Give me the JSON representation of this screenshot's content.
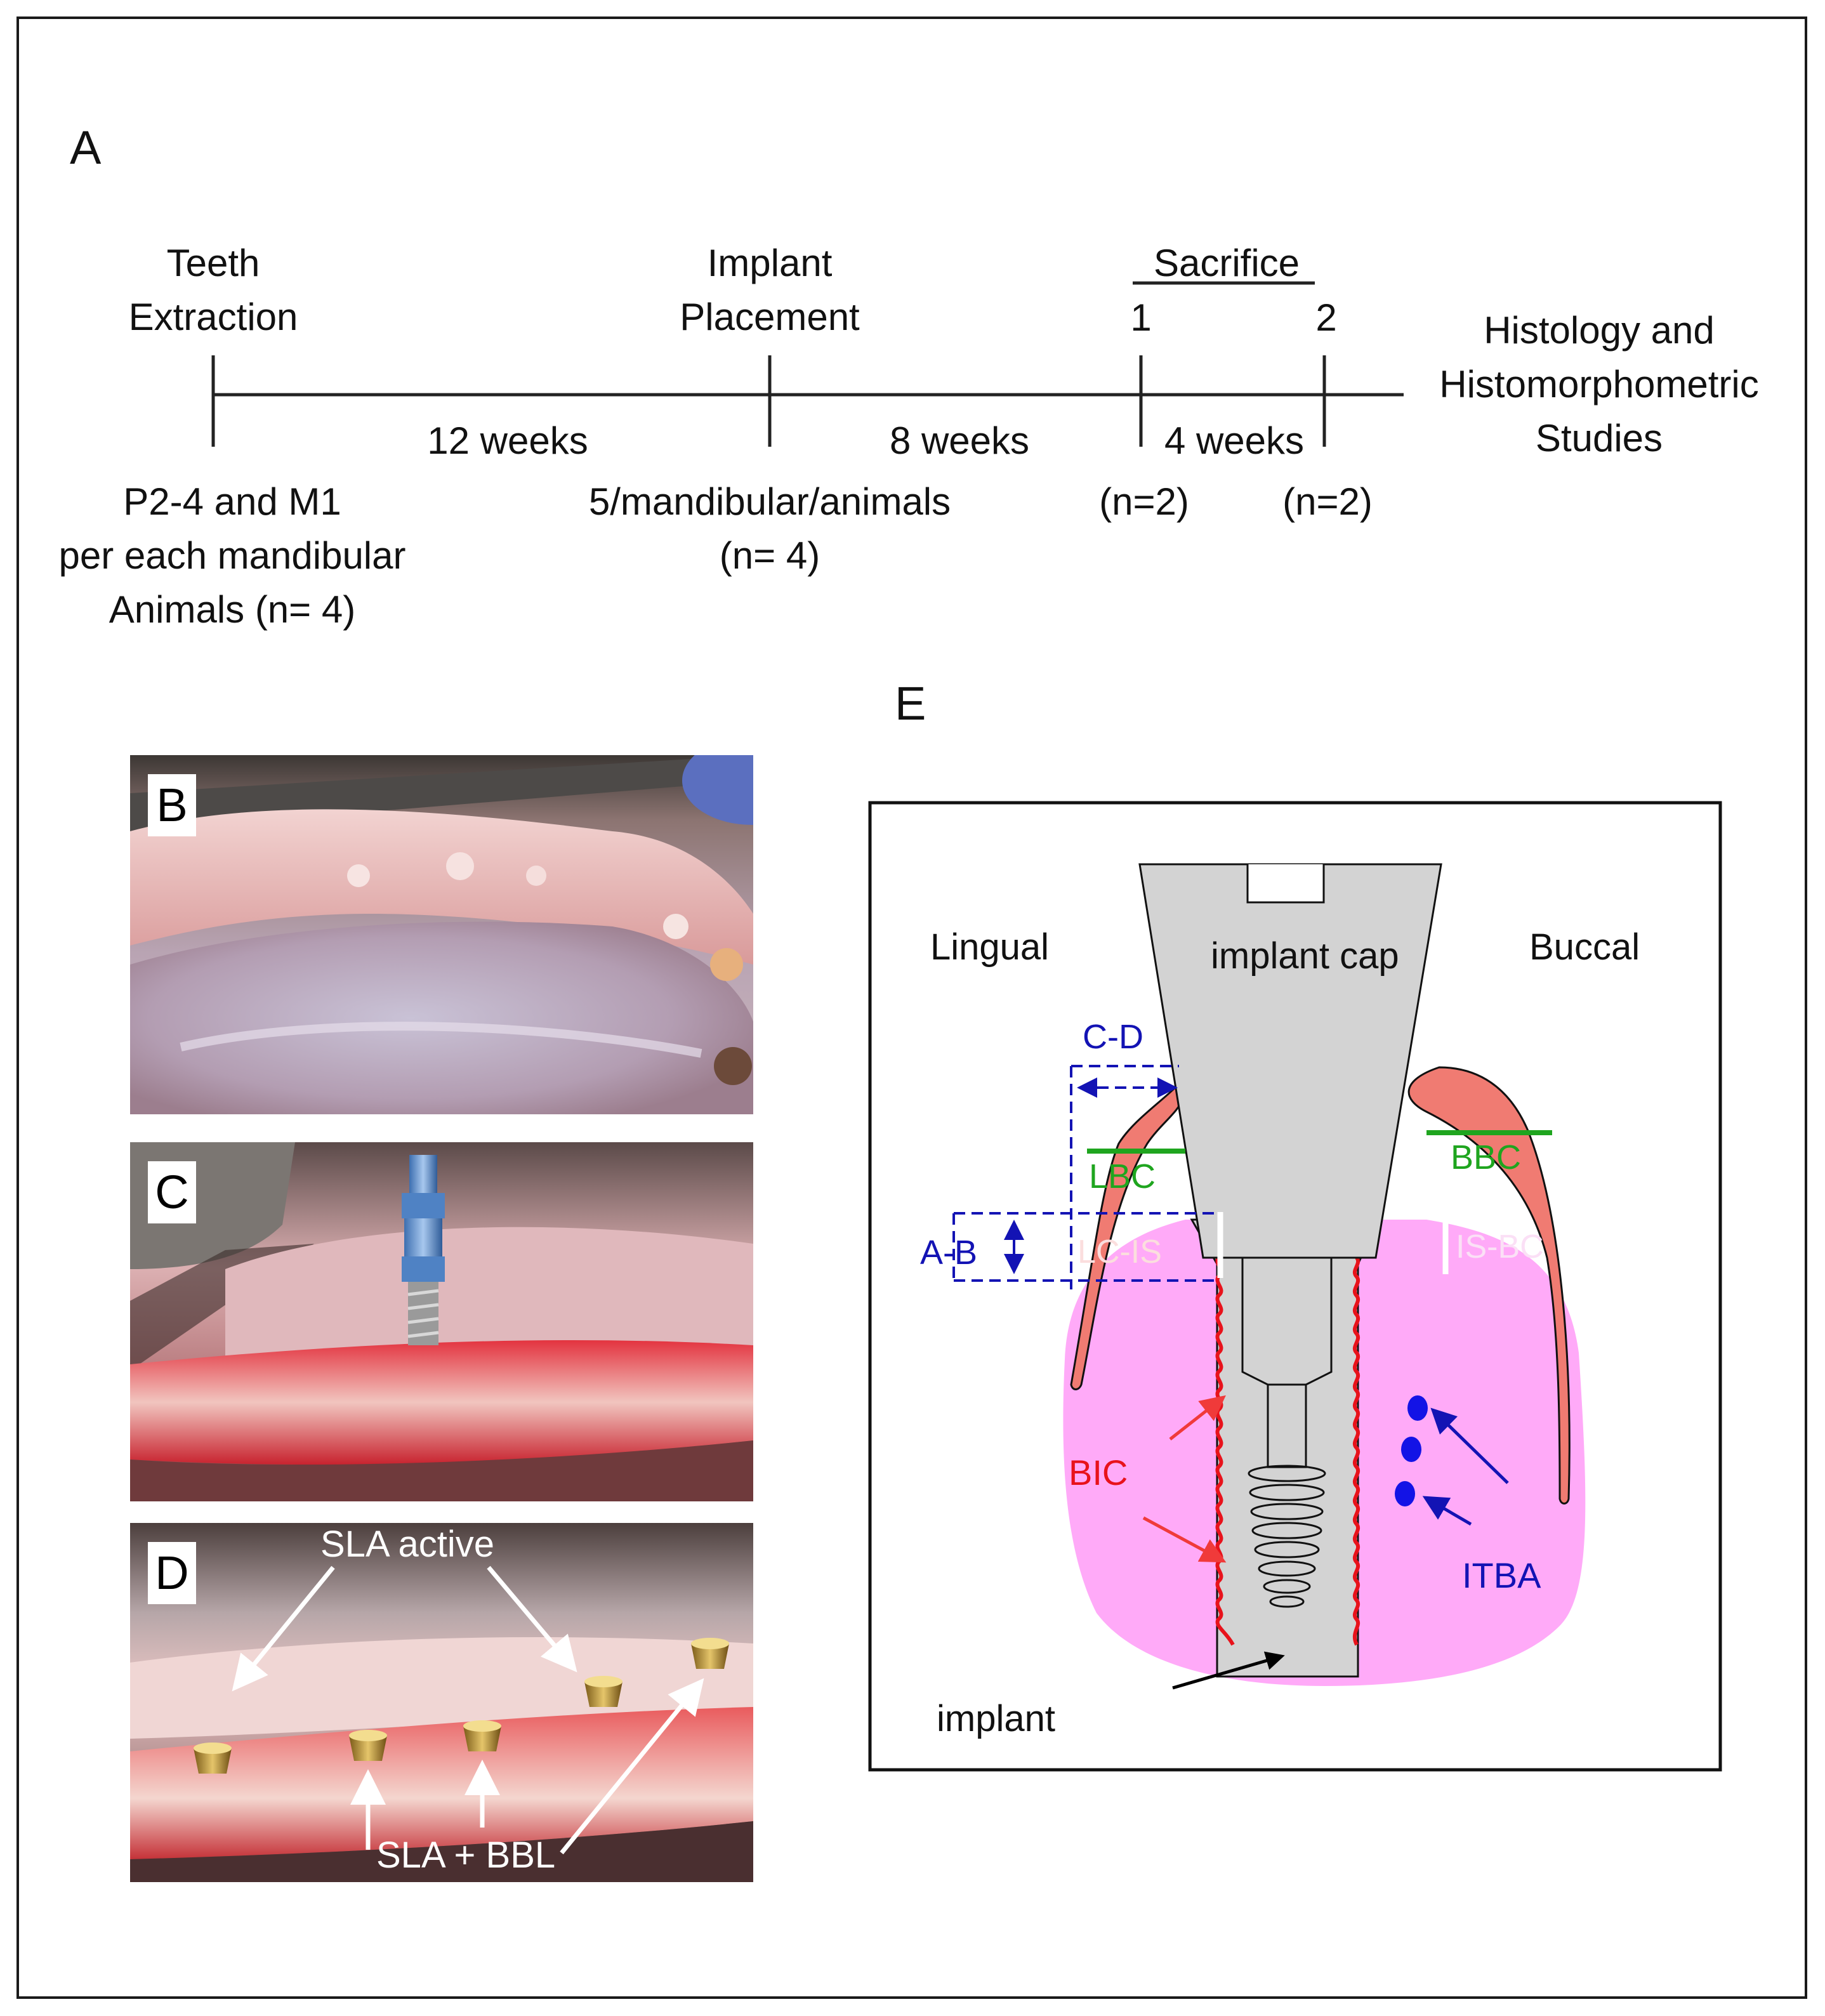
{
  "panels": {
    "a": "A",
    "b": "B",
    "c": "C",
    "d": "D",
    "e": "E"
  },
  "timeline": {
    "top_labels": {
      "extraction": "Teeth\nExtraction",
      "implant": "Implant\nPlacement",
      "sacrifice": "Sacrifice",
      "sac1": "1",
      "sac2": "2",
      "studies": "Histology and\nHistomorphometric\nStudies"
    },
    "intervals": {
      "first": "12 weeks",
      "second": "8 weeks",
      "third": "4 weeks"
    },
    "bottom_labels": {
      "extraction": "P2-4 and M1\nper each mandibular\nAnimals (n= 4)",
      "implant": "5/mandibular/animals\n(n= 4)",
      "sac1": "(n=2)",
      "sac2": "(n=2)"
    }
  },
  "photos": {
    "d": {
      "label_top": "SLA active",
      "label_bottom": "SLA + BBL"
    }
  },
  "schematic": {
    "lingual": "Lingual",
    "buccal": "Buccal",
    "cap": "implant cap",
    "cd": "C-D",
    "ab": "A-B",
    "lbc": "LBC",
    "bbc": "BBC",
    "lcis": "LC-IS",
    "isbc": "IS-BC",
    "bic": "BIC",
    "itba": "ITBA",
    "implant": "implant"
  },
  "colors": {
    "bone": "#ffaaf8",
    "gingiva": "#f07b72",
    "bic_line": "#e8121b",
    "measure_blue": "#1313b4",
    "bone_crest_green": "#1fa51f",
    "implant_gray": "#d3d3d3"
  }
}
